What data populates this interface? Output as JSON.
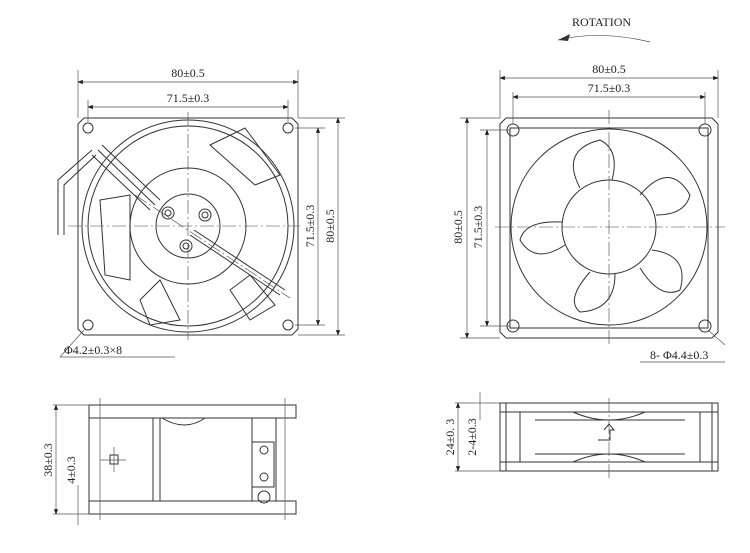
{
  "front_view_left": {
    "width_outer": "80±0.5",
    "width_hole": "71.5±0.3",
    "height_hole": "71.5±0.3",
    "height_outer": "80±0.5",
    "hole_note": "Φ4.2±0.3×8"
  },
  "front_view_right": {
    "rotation_label": "ROTATION",
    "width_outer": "80±0.5",
    "width_hole": "71.5±0.3",
    "height_outer": "80±0.5",
    "height_hole": "71.5±0.3",
    "hole_note": "8- Φ4.4±0.3"
  },
  "side_view_left": {
    "depth": "38±0.3",
    "flange": "4±0.3"
  },
  "side_view_right": {
    "depth": "24±0. 3",
    "flange": "2-4±0.3"
  }
}
